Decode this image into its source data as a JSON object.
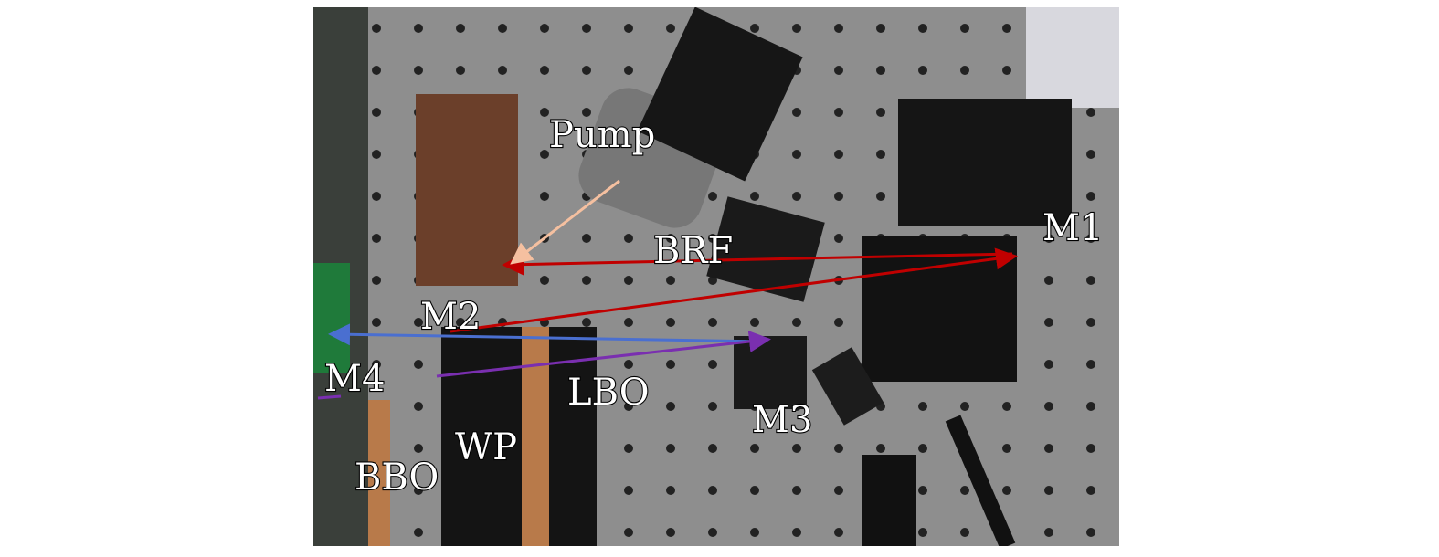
{
  "labels": {
    "pump": "Pump",
    "brf": "BRF",
    "m1": "M1",
    "m2": "M2",
    "m3": "M3",
    "m4": "M4",
    "lbo": "LBO",
    "wp": "WP",
    "bbo": "BBO"
  },
  "colors": {
    "fundamental_beam": "#c00000",
    "output_beam": "#4a6fd0",
    "uv_beam": "#7a2fb0",
    "pump_beam": "#f5c0a0",
    "breadboard": "#8e8e8e"
  }
}
